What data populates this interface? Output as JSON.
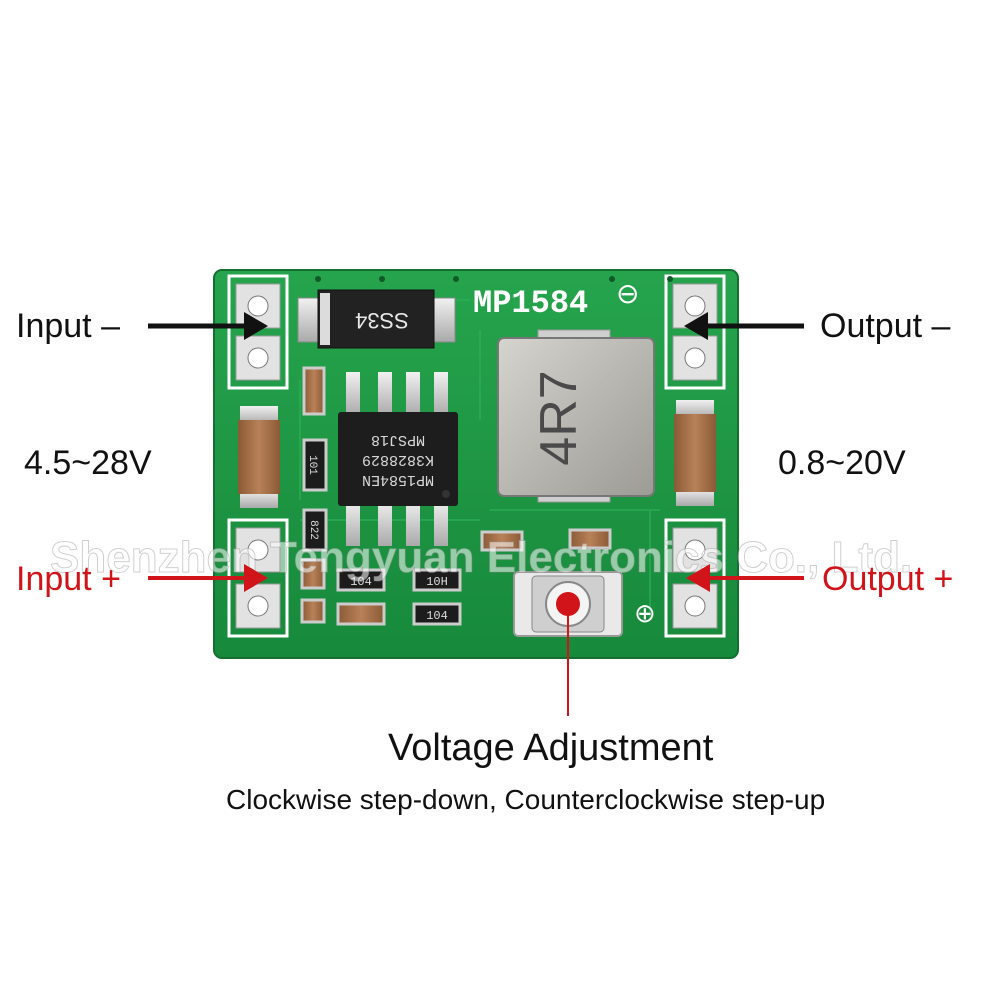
{
  "labels": {
    "input_negative": "Input –",
    "output_negative": "Output –",
    "input_range": "4.5~28V",
    "output_range": "0.8~20V",
    "input_positive": "Input +",
    "output_positive": "Output +"
  },
  "board": {
    "chip_label": "MP1584",
    "diode_marking": "SS34",
    "ic_marking_1": "MP1584EN",
    "ic_marking_2": "K3828829",
    "ic_marking_3": "MPSJ18",
    "inductor_marking": "4R7",
    "resistor_1": "101",
    "resistor_2": "822",
    "resistor_3": "104",
    "resistor_4": "10H",
    "resistor_5": "104",
    "minus_symbol": "⊖",
    "plus_symbol": "⊕"
  },
  "adjustment": {
    "title": "Voltage Adjustment",
    "subtitle": "Clockwise step-down, Counterclockwise step-up"
  },
  "watermark": "Shenzhen Tengyuan Electronics Co., Ltd.",
  "colors": {
    "pcb_green": "#1f9a45",
    "accent_red": "#d0141a",
    "text_black": "#111111"
  }
}
